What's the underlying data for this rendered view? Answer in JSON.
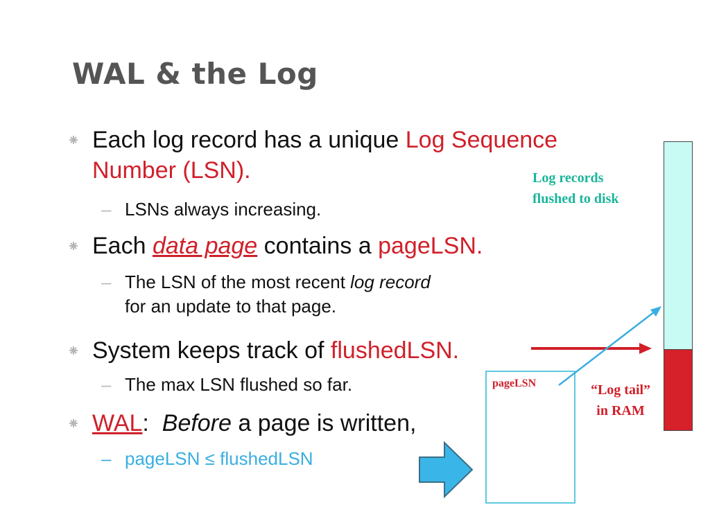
{
  "title": "WAL & the Log",
  "bullets": [
    {
      "line1_plain": "Each log record has a unique ",
      "line1_red": "Log Sequence",
      "line2_red": "Number (LSN).",
      "sub": "LSNs always increasing."
    },
    {
      "plain_a": "Each ",
      "link": "data page",
      "plain_b": " contains a ",
      "red": "pageLSN.",
      "sub_plain": "The LSN of the most recent ",
      "sub_italic": "log record",
      "sub_line2": "for an update to that page."
    },
    {
      "plain": "System keeps track of ",
      "red": "flushedLSN.",
      "sub": "The max LSN flushed so far."
    },
    {
      "red": "WAL",
      "plain_a": ":  ",
      "italic": "Before",
      "plain_b": " a page is written,",
      "sub_a": "pageLSN ",
      "sub_symbol": "≤",
      "sub_b": " flushedLSN"
    }
  ],
  "diagram": {
    "log_records_label_1": "Log records",
    "log_records_label_2": "flushed to disk",
    "log_tail_label_1": "“Log tail”",
    "log_tail_label_2": "in RAM",
    "page_label": "pageLSN"
  },
  "colors": {
    "red": "#d0202a",
    "teal": "#1ab59a",
    "blue": "#3aaee0",
    "title_gray": "#555555",
    "log_disk": "#c9fbf5",
    "log_ram": "#d6202a"
  },
  "icons": [
    "asterisk-bullet-icon",
    "right-arrow-icon",
    "block-arrow-icon"
  ]
}
